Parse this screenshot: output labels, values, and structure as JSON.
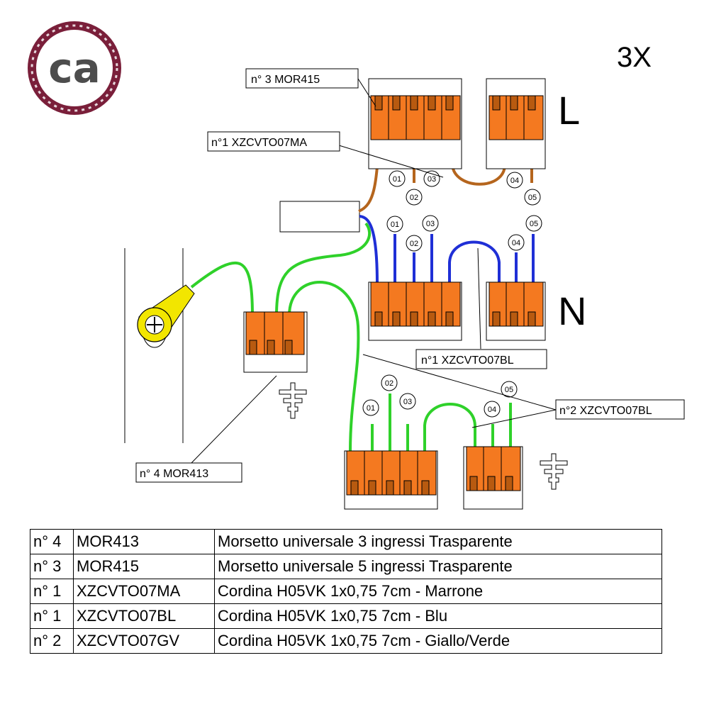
{
  "logo": {
    "text": "ca"
  },
  "multiplier": "3X",
  "phase_labels": {
    "live": "L",
    "neutral": "N"
  },
  "callouts": {
    "mor415": "n° 3 MOR415",
    "brown_wire": "n°1 XZCVTO07MA",
    "blue_wire": "n°1 XZCVTO07BL",
    "green_wire": "n°2 XZCVTO07BL",
    "mor413": "n° 4  MOR413"
  },
  "wire_numbers": {
    "live": [
      "01",
      "02",
      "03",
      "04",
      "05"
    ],
    "neutral": [
      "01",
      "02",
      "03",
      "04",
      "05"
    ],
    "earth": [
      "01",
      "02",
      "03",
      "04",
      "05"
    ]
  },
  "parts_table": {
    "rows": [
      {
        "qty": "n° 4",
        "code": "MOR413",
        "description": "Morsetto universale 3 ingressi Trasparente"
      },
      {
        "qty": "n° 3",
        "code": "MOR415",
        "description": "Morsetto universale 5 ingressi  Trasparente"
      },
      {
        "qty": "n° 1",
        "code": "XZCVTO07MA",
        "description": "Cordina H05VK 1x0,75 7cm - Marrone"
      },
      {
        "qty": "n° 1",
        "code": " XZCVTO07BL",
        "description": "Cordina H05VK 1x0,75 7cm - Blu"
      },
      {
        "qty": "n° 2",
        "code": " XZCVTO07GV",
        "description": "Cordina H05VK 1x0,75 7cm - Giallo/Verde"
      }
    ]
  },
  "colors": {
    "terminal": "#f47920",
    "terminal_dark": "#b85a10",
    "brown_wire": "#b5651d",
    "blue_wire": "#1f2fd6",
    "green_wire": "#2fd12a",
    "logo_ring": "#7a1f3a",
    "eyelet": "#f2e600"
  }
}
